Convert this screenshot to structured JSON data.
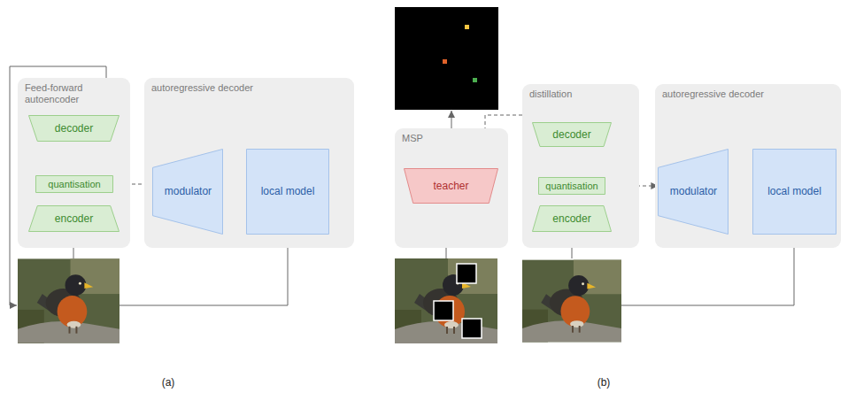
{
  "diagram": {
    "nodes": [
      {
        "text": [
          "Feed-forward autoencoder"
        ]
      },
      {
        "text": [
          "decoder"
        ],
        "in": 0
      },
      {
        "text": [
          "quantisation"
        ],
        "in": 0
      },
      {
        "text": [
          "encoder"
        ],
        "in": 0
      },
      {
        "text": [
          "autoregressive decoder"
        ]
      },
      {
        "text": [
          "modulator"
        ],
        "in": 4
      },
      {
        "text": [
          "local model"
        ],
        "in": 4
      },
      {
        "text": [
          "MSP"
        ]
      },
      {
        "text": [
          "teacher"
        ],
        "in": 7
      },
      {
        "text": [
          "distillation"
        ]
      },
      {
        "text": [
          "decoder"
        ],
        "in": 9
      },
      {
        "text": [
          "quantisation"
        ],
        "in": 9
      },
      {
        "text": [
          "encoder"
        ],
        "in": 9
      },
      {
        "text": [
          "autoregressive decoder"
        ]
      },
      {
        "text": [
          "modulator"
        ],
        "in": 13
      },
      {
        "text": [
          "local model"
        ],
        "in": 13
      }
    ],
    "edges": [
      {
        "from": 3,
        "to": 2,
        "arrow": "to"
      },
      {
        "from": 2,
        "to": 1,
        "arrow": "to"
      },
      {
        "from": 2,
        "to": 5,
        "arrow": "to"
      },
      {
        "from": 5,
        "to": 6,
        "arrow": "to"
      },
      {
        "from": 5,
        "to": 6,
        "arrow": "to"
      },
      {
        "from": 5,
        "to": 6,
        "arrow": "to"
      },
      {
        "from": 5,
        "to": 6,
        "arrow": "to"
      },
      {
        "from": 5,
        "to": 6,
        "arrow": "to"
      },
      {
        "from": 5,
        "to": 6,
        "arrow": "to"
      },
      {
        "from": 5,
        "to": 6,
        "arrow": "to"
      },
      {
        "from": 8,
        "to": 10,
        "arrow": "to"
      },
      {
        "from": 12,
        "to": 11,
        "arrow": "to"
      },
      {
        "from": 11,
        "to": 10,
        "arrow": "to"
      },
      {
        "from": 11,
        "to": 14,
        "arrow": "to"
      },
      {
        "from": 14,
        "to": 15,
        "arrow": "to"
      },
      {
        "from": 14,
        "to": 15,
        "arrow": "to"
      },
      {
        "from": 14,
        "to": 15,
        "arrow": "to"
      },
      {
        "from": 14,
        "to": 15,
        "arrow": "to"
      },
      {
        "from": 14,
        "to": 15,
        "arrow": "to"
      },
      {
        "from": 14,
        "to": 15,
        "arrow": "to"
      },
      {
        "from": 14,
        "to": 15,
        "arrow": "to"
      }
    ],
    "labels": [
      "(a)",
      "(b)"
    ]
  }
}
